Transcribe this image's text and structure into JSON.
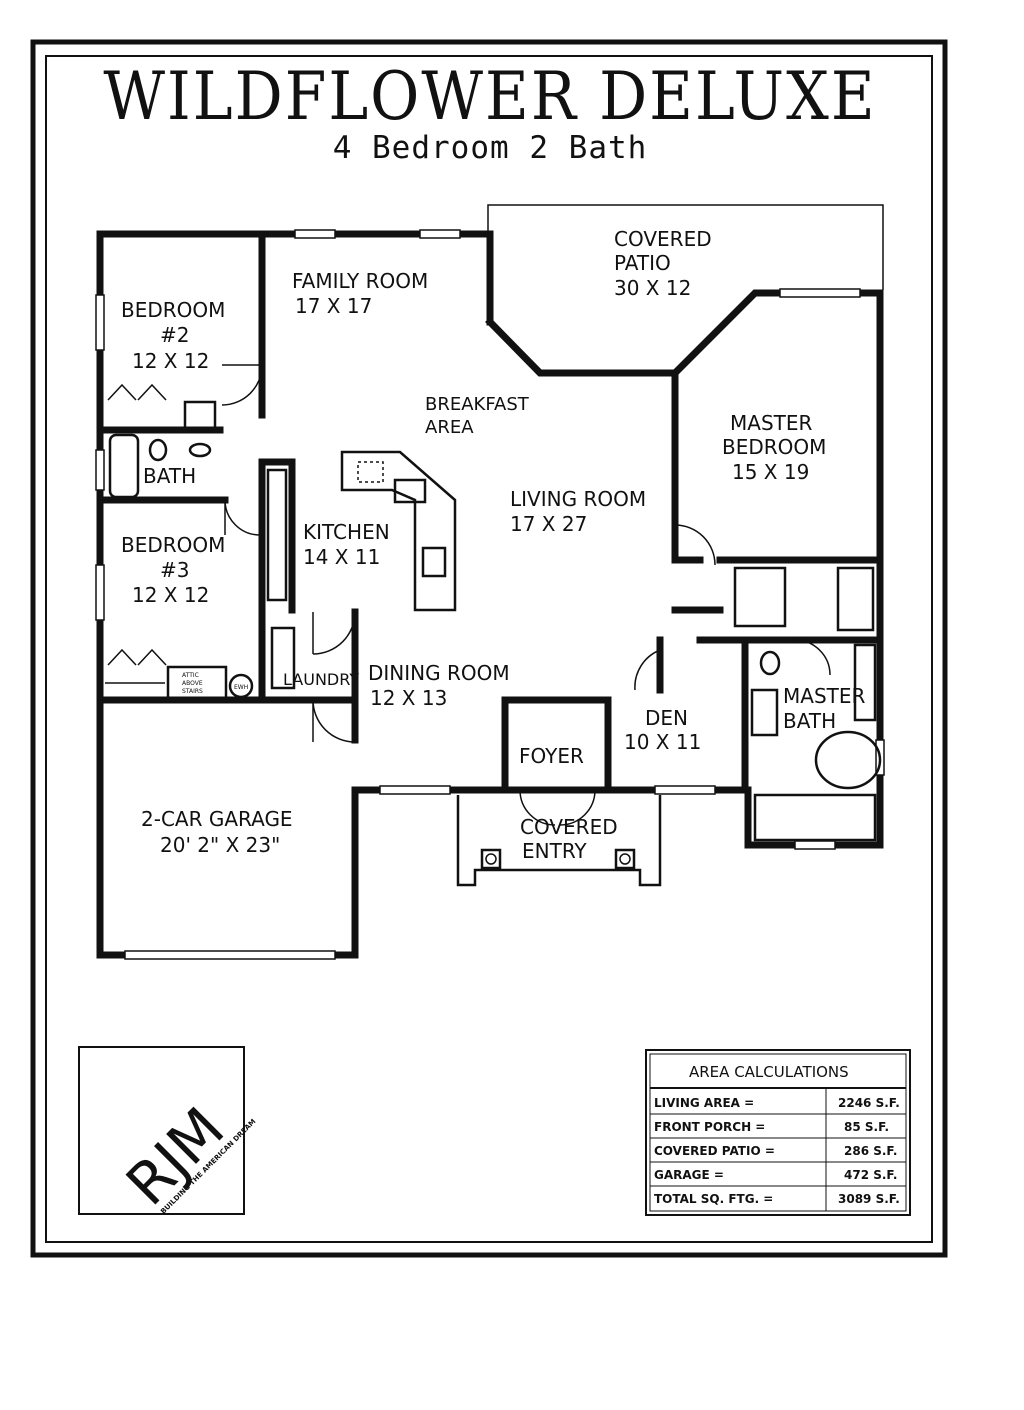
{
  "plan": {
    "title": "WILDFLOWER DELUXE",
    "subtitle": "4 Bedroom 2 Bath"
  },
  "rooms": {
    "bedroom2": {
      "name": "BEDROOM",
      "number": "#2",
      "size": "12 X 12"
    },
    "family": {
      "name": "FAMILY ROOM",
      "size": "17 X 17"
    },
    "patio": {
      "name": "COVERED",
      "name2": "PATIO",
      "size": "30 X 12"
    },
    "breakfast": {
      "name": "BREAKFAST",
      "name2": "AREA"
    },
    "master_bed": {
      "name": "MASTER",
      "name2": "BEDROOM",
      "size": "15 X 19"
    },
    "bath": {
      "name": "BATH"
    },
    "living": {
      "name": "LIVING ROOM",
      "size": "17 X 27"
    },
    "kitchen": {
      "name": "KITCHEN",
      "size": "14 X 11"
    },
    "bedroom3": {
      "name": "BEDROOM",
      "number": "#3",
      "size": "12 X 12"
    },
    "laundry": {
      "name": "LAUNDRY"
    },
    "dining": {
      "name": "DINING ROOM",
      "size": "12 X 13"
    },
    "master_bath": {
      "name": "MASTER",
      "name2": "BATH"
    },
    "den": {
      "name": "DEN",
      "size": "10 X 11"
    },
    "foyer": {
      "name": "FOYER"
    },
    "entry": {
      "name": "COVERED",
      "name2": "ENTRY"
    },
    "garage": {
      "name": "2-CAR GARAGE",
      "size": "20' 2\" X 23\""
    },
    "attic": {
      "line1": "ATTIC",
      "line2": "ABOVE",
      "line3": "STAIRS"
    },
    "water_heater": {
      "label": "EWH"
    }
  },
  "logo": {
    "letters": "RJM",
    "tagline": "BUILDING THE AMERICAN DREAM"
  },
  "area_table": {
    "heading": "AREA CALCULATIONS",
    "rows": [
      {
        "label": "LIVING AREA =",
        "value": "2246 S.F."
      },
      {
        "label": "FRONT PORCH =",
        "value": "85 S.F."
      },
      {
        "label": "COVERED PATIO =",
        "value": "286 S.F."
      },
      {
        "label": "GARAGE =",
        "value": "472 S.F."
      },
      {
        "label": "TOTAL SQ. FTG. =",
        "value": "3089 S.F."
      }
    ]
  }
}
